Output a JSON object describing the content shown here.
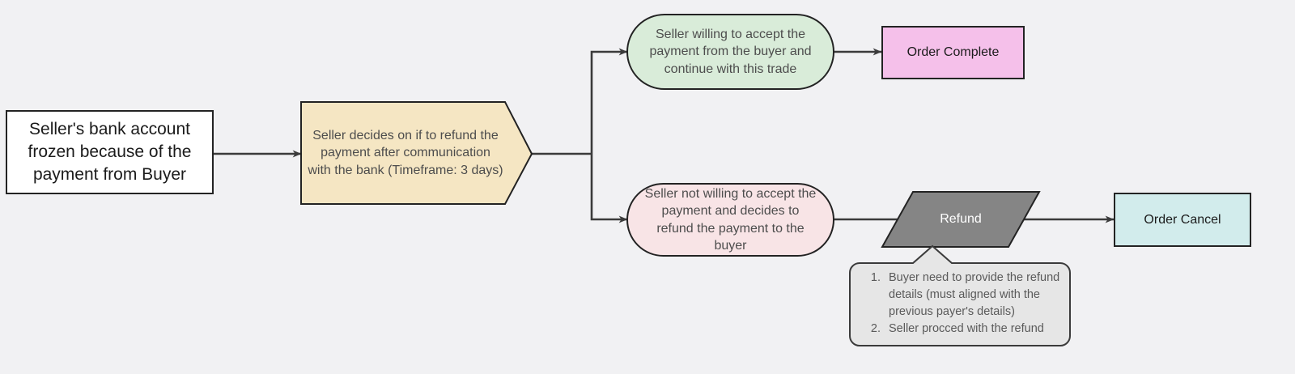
{
  "diagram": {
    "title": "Seller bank account frozen refund flow",
    "background_color": "#f1f1f3",
    "nodes": {
      "start": {
        "label": "Seller's bank account frozen because of the payment from Buyer",
        "shape": "rectangle",
        "fill": "#ffffff",
        "stroke": "#232323"
      },
      "decision": {
        "label": "Seller decides on if to refund the payment after communication with the bank (Timeframe: 3 days)",
        "shape": "arrow-pentagon",
        "fill": "#f5e6c3",
        "stroke": "#232323"
      },
      "accept": {
        "label": "Seller willing to accept the payment from the buyer and continue with this trade",
        "shape": "stadium",
        "fill": "#d9ecd9",
        "stroke": "#232323"
      },
      "order_complete": {
        "label": "Order Complete",
        "shape": "rectangle",
        "fill": "#f5c0ea",
        "stroke": "#232323"
      },
      "decline": {
        "label": "Seller not willing to accept the payment and decides to refund the payment to the buyer",
        "shape": "stadium",
        "fill": "#f8e4e6",
        "stroke": "#232323"
      },
      "refund": {
        "label": "Refund",
        "shape": "parallelogram",
        "fill": "#858585",
        "stroke": "#232323"
      },
      "order_cancel": {
        "label": "Order Cancel",
        "shape": "rectangle",
        "fill": "#d2ecec",
        "stroke": "#232323"
      },
      "note": {
        "shape": "callout",
        "fill": "#e6e6e6",
        "stroke": "#3b3b3b",
        "items": [
          "Buyer need to provide the refund details (must aligned with the previous payer's details)",
          "Seller procced with the refund"
        ]
      }
    },
    "edges": [
      {
        "from": "start",
        "to": "decision",
        "style": "straight-arrow"
      },
      {
        "from": "decision",
        "to": "accept",
        "style": "orthogonal-arrow"
      },
      {
        "from": "decision",
        "to": "decline",
        "style": "orthogonal-arrow"
      },
      {
        "from": "accept",
        "to": "order_complete",
        "style": "straight-arrow"
      },
      {
        "from": "decline",
        "to": "refund",
        "style": "straight-arrow"
      },
      {
        "from": "refund",
        "to": "order_cancel",
        "style": "straight-arrow"
      },
      {
        "from": "refund",
        "to": "note",
        "style": "callout-pointer"
      }
    ]
  }
}
